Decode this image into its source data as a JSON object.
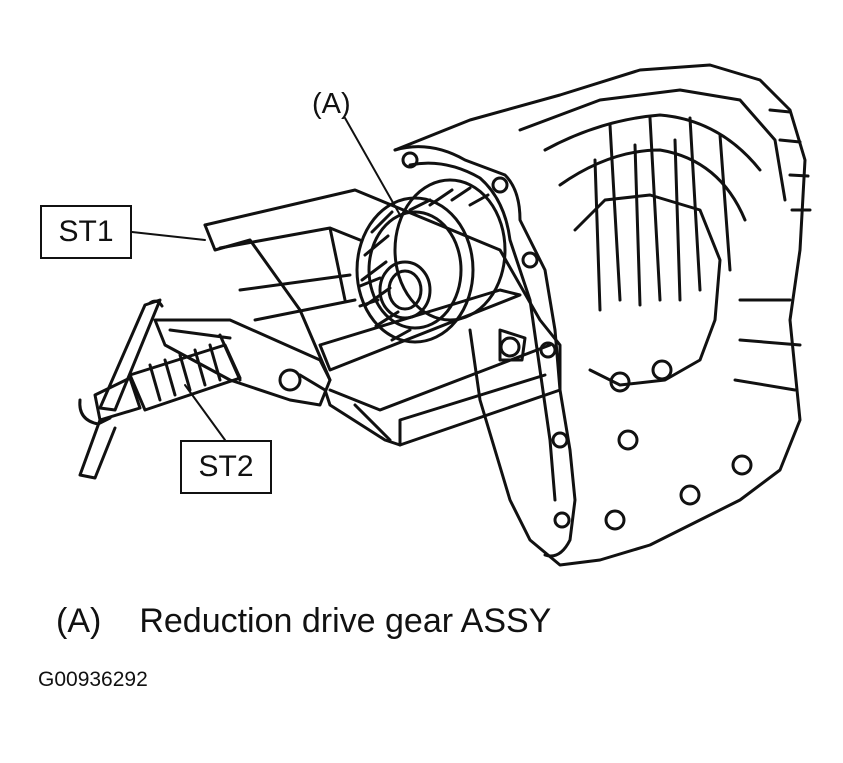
{
  "callouts": {
    "a": "(A)",
    "st1": "ST1",
    "st2": "ST2"
  },
  "legend": {
    "key": "(A)",
    "description": "Reduction drive gear ASSY"
  },
  "figure_id": "G00936292"
}
